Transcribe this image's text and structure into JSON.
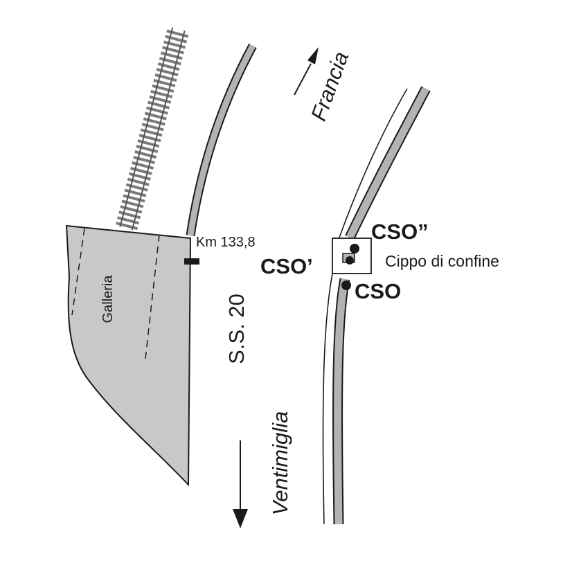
{
  "labels": {
    "galleria": "Galleria",
    "km": "Km 133,8",
    "road": "S.S. 20",
    "francia": "Francia",
    "ventimiglia": "Ventimiglia",
    "cso_double": "CSO”",
    "cso_single": "CSO’",
    "cso": "CSO",
    "cippo": "Cippo di confine"
  },
  "colors": {
    "road_fill": "#b3b3b3",
    "galleria_fill": "#c8c8c8",
    "ink": "#1a1a1a"
  }
}
